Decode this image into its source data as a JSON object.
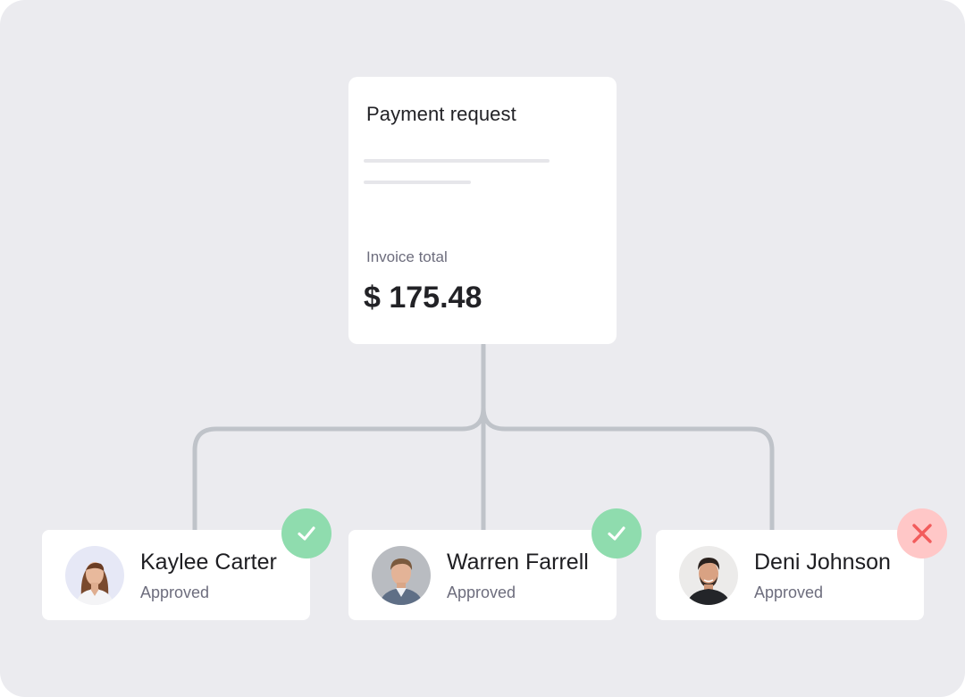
{
  "request": {
    "title": "Payment request",
    "invoice_label": "Invoice total",
    "invoice_total": "$ 175.48"
  },
  "approvers": [
    {
      "name": "Kaylee Carter",
      "status": "Approved",
      "decision": "approved",
      "avatar": "woman-portrait"
    },
    {
      "name": "Warren Farrell",
      "status": "Approved",
      "decision": "approved",
      "avatar": "man-portrait"
    },
    {
      "name": "Deni Johnson",
      "status": "Approved",
      "decision": "rejected",
      "avatar": "man-portrait"
    }
  ],
  "colors": {
    "background": "#ebebef",
    "card": "#ffffff",
    "connector": "#bfc3c9",
    "approved_badge": "#8fdcae",
    "rejected_badge": "#ffc7c7",
    "rejected_icon": "#f25c5c"
  }
}
